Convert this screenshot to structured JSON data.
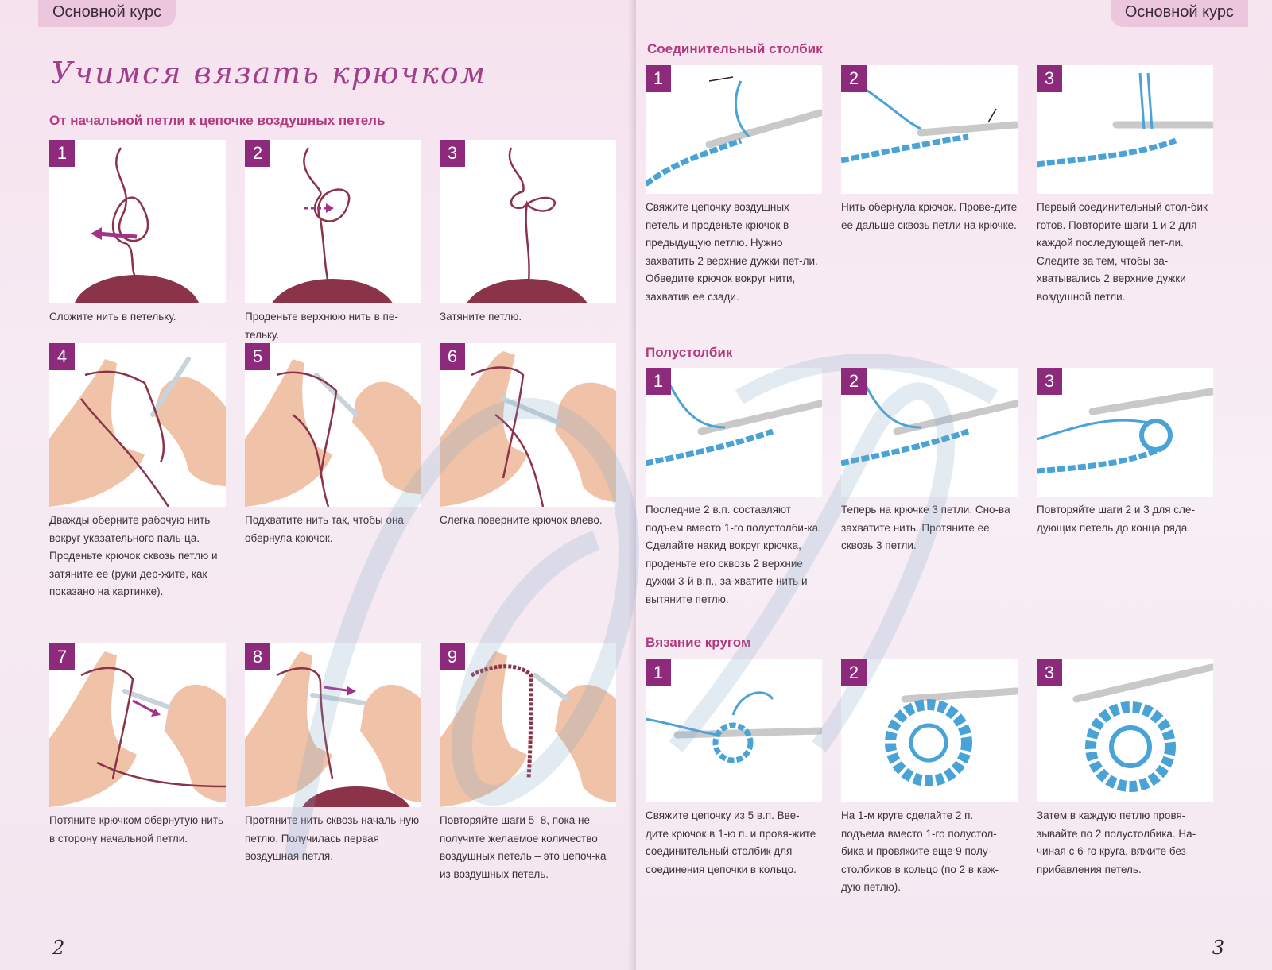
{
  "header": {
    "left_tab": "Основной курс",
    "right_tab": "Основной курс"
  },
  "left": {
    "title": "Учимся вязать крючком",
    "subtitle": "От начальной петли к цепочке воздушных петель",
    "steps": [
      {
        "num": "1",
        "caption": "Сложите нить в петельку."
      },
      {
        "num": "2",
        "caption": "Проденьте верхнюю нить в пе-тельку."
      },
      {
        "num": "3",
        "caption": "Затяните петлю."
      },
      {
        "num": "4",
        "caption": "Дважды оберните рабочую нить вокруг указательного паль-ца. Проденьте крючок сквозь петлю и затяните ее (руки дер-жите, как показано на картинке)."
      },
      {
        "num": "5",
        "caption": "Подхватите нить так, чтобы она обернула крючок."
      },
      {
        "num": "6",
        "caption": "Слегка поверните крючок влево."
      },
      {
        "num": "7",
        "caption": "Потяните крючком обернутую нить в сторону начальной петли."
      },
      {
        "num": "8",
        "caption": "Протяните нить сквозь началь-ную петлю. Получилась первая воздушная петля."
      },
      {
        "num": "9",
        "caption": "Повторяйте шаги 5–8, пока не получите желаемое количество воздушных петель – это цепоч-ка из воздушных петель."
      }
    ],
    "page_number": "2"
  },
  "right": {
    "sections": [
      {
        "title": "Соединительный столбик",
        "steps": [
          {
            "num": "1",
            "caption": "Свяжите цепочку воздушных петель и проденьте крючок в предыдущую петлю. Нужно захватить 2 верхние дужки пет-ли. Обведите крючок вокруг нити, захватив ее сзади."
          },
          {
            "num": "2",
            "caption": "Нить обернула крючок. Прове-дите ее дальше сквозь петли на крючке."
          },
          {
            "num": "3",
            "caption": "Первый соединительный стол-бик готов. Повторите шаги 1 и 2 для каждой последующей пет-ли. Следите за тем, чтобы за-хватывались 2 верхние дужки воздушной петли."
          }
        ]
      },
      {
        "title": "Полустолбик",
        "steps": [
          {
            "num": "1",
            "caption": "Последние 2 в.п. составляют подъем вместо 1-го полустолби-ка. Сделайте накид вокруг крючка, проденьте его сквозь 2 верхние дужки 3-й в.п., за-хватите нить и вытяните петлю."
          },
          {
            "num": "2",
            "caption": "Теперь на крючке 3 петли. Сно-ва захватите нить. Протяните ее сквозь 3 петли."
          },
          {
            "num": "3",
            "caption": "Повторяйте шаги 2 и 3 для сле-дующих петель до конца ряда."
          }
        ]
      },
      {
        "title": "Вязание кругом",
        "steps": [
          {
            "num": "1",
            "caption": "Свяжите цепочку из 5 в.п. Вве-дите крючок в 1-ю п. и провя-жите соединительный столбик для соединения цепочки в кольцо."
          },
          {
            "num": "2",
            "caption": "На 1-м круге сделайте 2 п. подъема вместо 1-го полустол-бика и провяжите еще 9 полу-столбиков в кольцо (по 2 в каж-дую петлю)."
          },
          {
            "num": "3",
            "caption": "Затем в каждую петлю провя-зывайте по 2 полустолбика. На-чиная с 6-го круга, вяжите без прибавления петель."
          }
        ]
      }
    ],
    "page_number": "3"
  },
  "colors": {
    "accent": "#8e2a7b",
    "title": "#a23f8b",
    "subtitle": "#b1397e",
    "yarn_left": "#8b3348",
    "yarn_right": "#4aa3d6",
    "tab": "#ecc6dd"
  }
}
